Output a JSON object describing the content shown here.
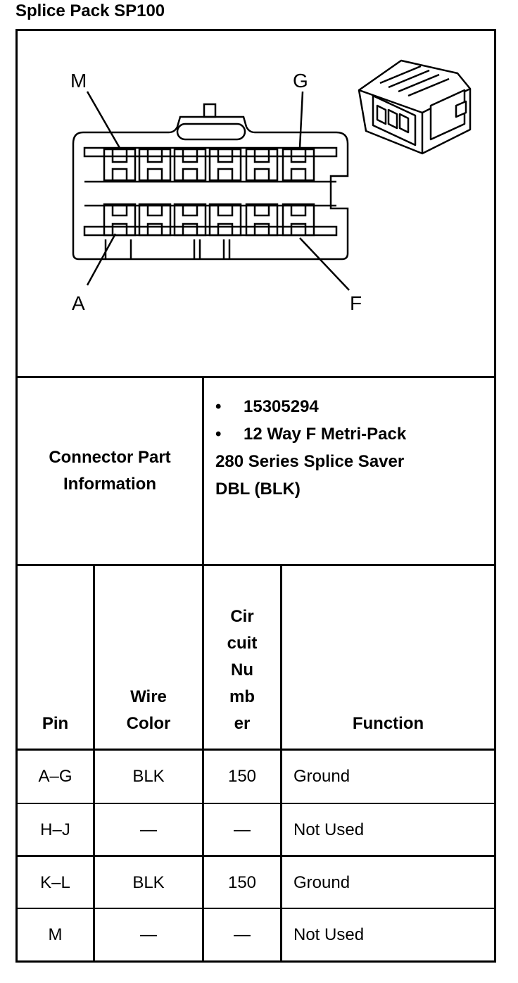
{
  "title": "Splice Pack SP100",
  "diagram": {
    "callouts": [
      "M",
      "G",
      "A",
      "F"
    ]
  },
  "connector_info": {
    "label_line1": "Connector Part",
    "label_line2": "Information",
    "bullet1": "15305294",
    "bullet2": "12 Way F Metri-Pack",
    "desc_line1": "280 Series Splice Saver",
    "desc_line2": "DBL (BLK)"
  },
  "table": {
    "headers": {
      "pin": "Pin",
      "wire_line1": "Wire",
      "wire_line2": "Color",
      "circuit_lines": [
        "Cir",
        "cuit",
        "Nu",
        "mb",
        "er"
      ],
      "function": "Function"
    },
    "rows": [
      {
        "pin": "A–G",
        "wire": "BLK",
        "circuit": "150",
        "function": "Ground"
      },
      {
        "pin": "H–J",
        "wire": "—",
        "circuit": "—",
        "function": "Not Used"
      },
      {
        "pin": "K–L",
        "wire": "BLK",
        "circuit": "150",
        "function": "Ground"
      },
      {
        "pin": "M",
        "wire": "—",
        "circuit": "—",
        "function": "Not Used"
      }
    ]
  }
}
